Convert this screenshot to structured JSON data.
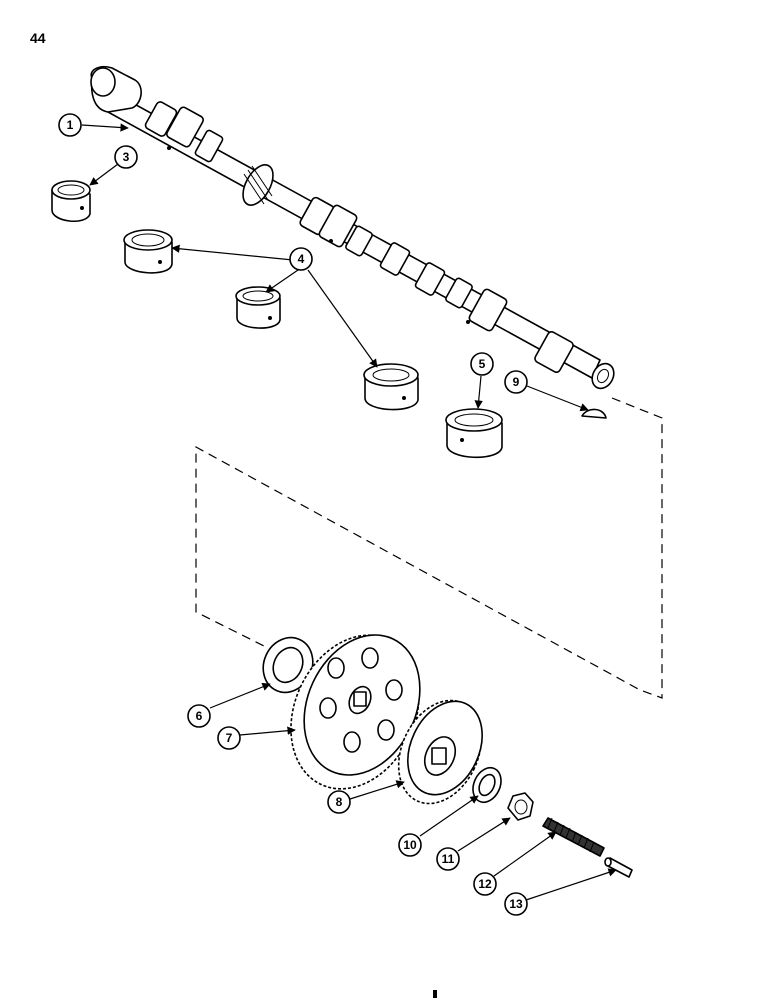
{
  "page_number": "44",
  "callouts": [
    {
      "id": "1",
      "label": "1"
    },
    {
      "id": "3",
      "label": "3"
    },
    {
      "id": "4",
      "label": "4"
    },
    {
      "id": "5",
      "label": "5"
    },
    {
      "id": "6",
      "label": "6"
    },
    {
      "id": "7",
      "label": "7"
    },
    {
      "id": "8",
      "label": "8"
    },
    {
      "id": "9",
      "label": "9"
    },
    {
      "id": "10",
      "label": "10"
    },
    {
      "id": "11",
      "label": "11"
    },
    {
      "id": "12",
      "label": "12"
    },
    {
      "id": "13",
      "label": "13"
    }
  ]
}
